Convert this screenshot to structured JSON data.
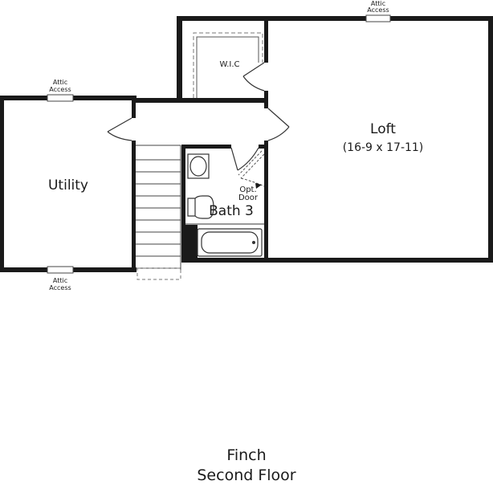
{
  "plan": {
    "name": "Finch",
    "floor": "Second Floor",
    "rooms": {
      "loft": {
        "label": "Loft",
        "dimensions": "(16-9 x 17-11)"
      },
      "utility": {
        "label": "Utility"
      },
      "wic": {
        "label": "W.I.C"
      },
      "bath": {
        "label": "Bath 3"
      }
    },
    "notes": {
      "opt_door_1": "Opt.",
      "opt_door_2": "Door"
    },
    "attic": {
      "line1": "Attic",
      "line2": "Access"
    }
  },
  "colors": {
    "wall": "#1a1a1a",
    "text": "#1a1a1a",
    "thin_line": "#333333",
    "dashed": "#777777"
  }
}
